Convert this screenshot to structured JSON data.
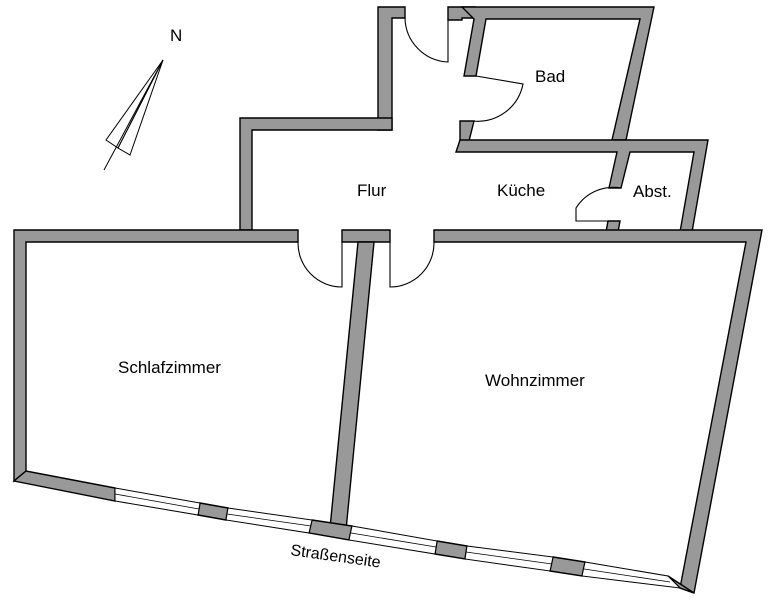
{
  "plan": {
    "compass": {
      "north_label": "N"
    },
    "rooms": {
      "bad": "Bad",
      "flur": "Flur",
      "kueche": "Küche",
      "abstellraum": "Abst.",
      "schlafzimmer": "Schlafzimmer",
      "wohnzimmer": "Wohnzimmer"
    },
    "street_side": "Straßenseite"
  },
  "colors": {
    "wall": "#999999",
    "outline": "#000000",
    "background": "#ffffff"
  }
}
